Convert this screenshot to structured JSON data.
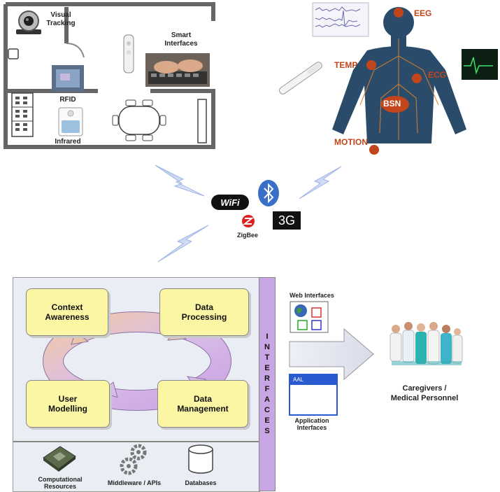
{
  "home": {
    "visual_tracking": "Visual\nTracking",
    "smart_interfaces": "Smart\nInterfaces",
    "rfid": "RFID",
    "infrared": "Infrared"
  },
  "bsn": {
    "eeg": "EEG",
    "temp": "TEMP",
    "ecg": "ECG",
    "hub": "BSN",
    "motion": "MOTION"
  },
  "wireless": {
    "wifi": "WiFi",
    "threeg": "3G",
    "zigbee": "ZigBee"
  },
  "platform": {
    "context_awareness": "Context\nAwareness",
    "data_processing": "Data\nProcessing",
    "user_modelling": "User\nModelling",
    "data_management": "Data\nManagement",
    "interfaces_letters": [
      "I",
      "N",
      "T",
      "E",
      "R",
      "F",
      "A",
      "C",
      "E",
      "S"
    ],
    "computational_resources": "Computational\nResources",
    "middleware": "Middleware / APIs",
    "databases": "Databases"
  },
  "clients": {
    "web_interfaces": "Web Interfaces",
    "aal": "AAL",
    "application_interfaces": "Application\nInterfaces",
    "caregivers": "Caregivers /\nMedical Personnel"
  },
  "colors": {
    "yellow_box": "#fbf6a4",
    "interfaces_bar": "#c8a6e3",
    "bsn_accent": "#c2451b",
    "platform_bg": "#ebedf5"
  }
}
